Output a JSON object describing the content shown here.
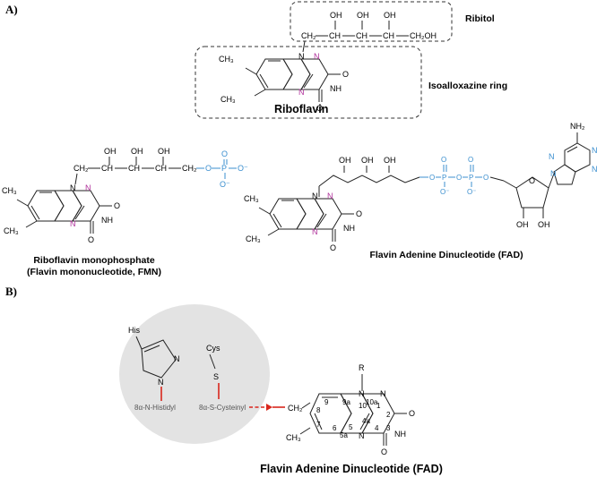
{
  "panels": {
    "a": "A)",
    "b": "B)"
  },
  "riboflavin": {
    "ribitol_label": "Ribitol",
    "ring_label": "Isoalloxazine ring",
    "name": "Riboflavin",
    "oh": "OH",
    "ch2": "CH₂",
    "ch": "CH",
    "ch2oh": "CH₂OH",
    "ch3": "CH₃",
    "n": "N",
    "nh": "NH",
    "o": "O"
  },
  "fmn": {
    "caption_line1": "Riboflavin monophosphate",
    "caption_line2": "(Flavin mononucleotide, FMN)",
    "o": "O",
    "p": "P",
    "o_minus": "O⁻"
  },
  "fad": {
    "caption": "Flavin Adenine Dinucleotide (FAD)",
    "nh2": "NH₂",
    "oh": "OH"
  },
  "panel_b": {
    "his": "His",
    "cys": "Cys",
    "s": "S",
    "histidyl_label": "8α-N-Histidyl",
    "cysteinyl_label": "8α-S-Cysteinyl",
    "r": "R",
    "ch2": "CH₂",
    "ch3": "CH₃",
    "nh": "NH",
    "o": "O",
    "n": "N",
    "numbers": {
      "n9a": "9a",
      "n9": "9",
      "n10": "10",
      "n10a": "10a",
      "n1": "1",
      "n2": "2",
      "n3": "3",
      "n4": "4",
      "n4a": "4a",
      "n5": "5",
      "n5a": "5a",
      "n6": "6",
      "n7": "7",
      "n8": "8"
    },
    "caption": "Flavin Adenine Dinucleotide (FAD)"
  }
}
